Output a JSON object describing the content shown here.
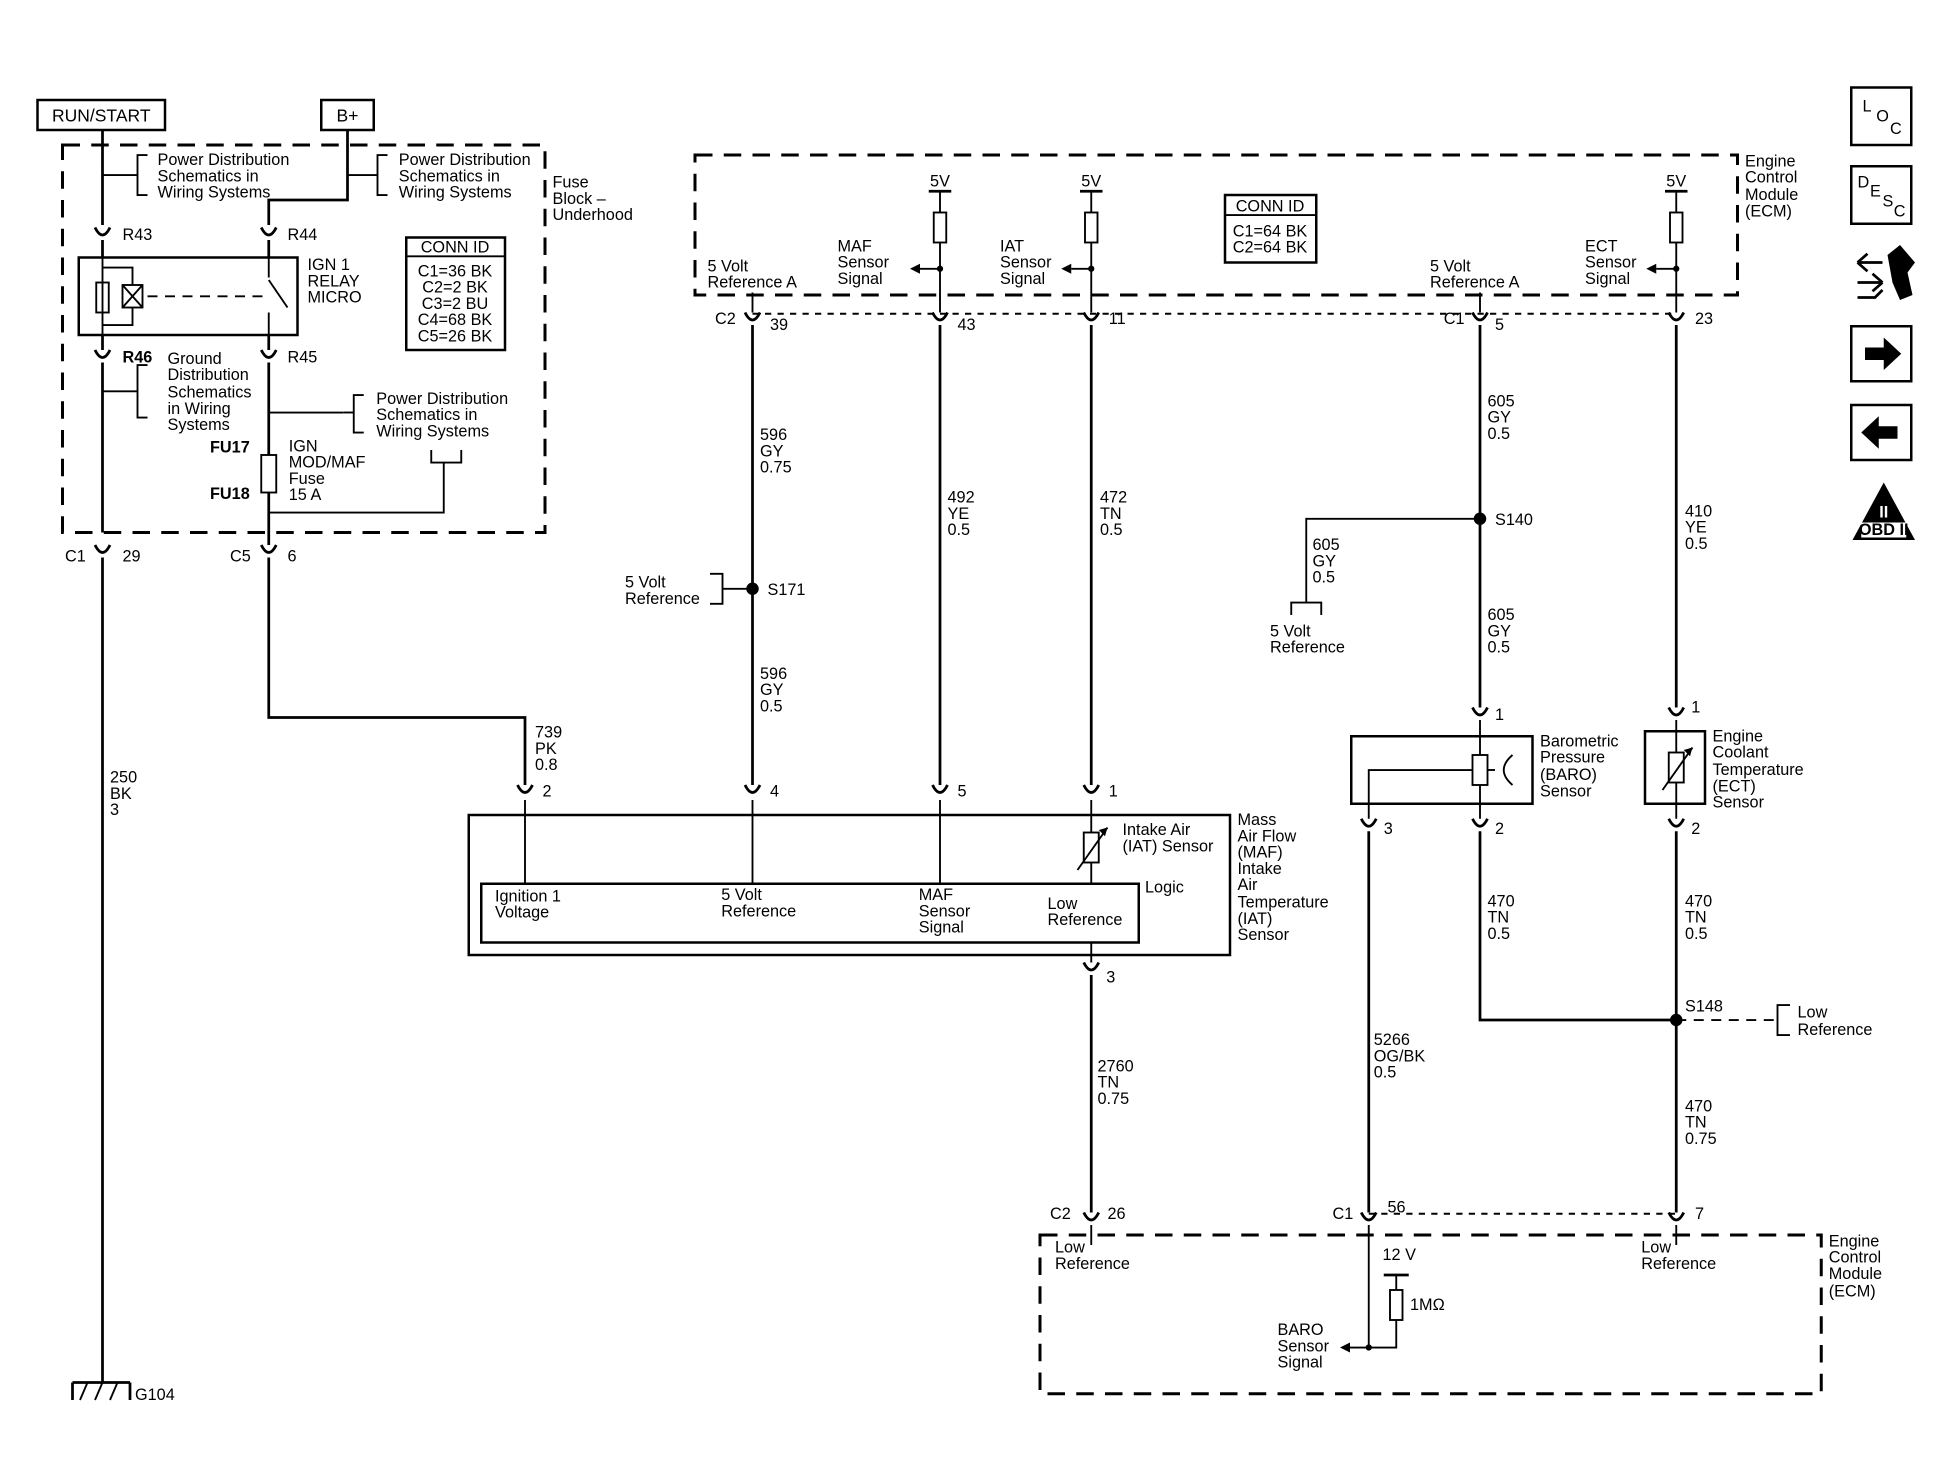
{
  "header": {
    "run_start": "RUN/START",
    "b_plus": "B+"
  },
  "fuse_block": {
    "title": [
      "Fuse",
      "Block –",
      "Underhood"
    ],
    "pwr1": [
      "Power Distribution",
      "Schematics in",
      "Wiring Systems"
    ],
    "pwr2": [
      "Power Distribution",
      "Schematics in",
      "Wiring Systems"
    ],
    "pwr3": [
      "Power Distribution",
      "Schematics in",
      "Wiring Systems"
    ],
    "ground": [
      "Ground",
      "Distribution",
      "Schematics",
      "in Wiring",
      "Systems"
    ],
    "relay": [
      "IGN 1",
      "RELAY",
      "MICRO"
    ],
    "fuse": [
      "IGN",
      "MOD/MAF",
      "Fuse",
      "15 A"
    ],
    "pins": {
      "r43": "R43",
      "r44": "R44",
      "r46": "R46",
      "r45": "R45",
      "fu17": "FU17",
      "fu18": "FU18"
    },
    "conn_id": {
      "title": "CONN ID",
      "rows": [
        "C1=36 BK",
        "C2=2 BK",
        "C3=2 BU",
        "C4=68 BK",
        "C5=26 BK"
      ]
    }
  },
  "ecm_top": {
    "title": [
      "Engine",
      "Control",
      "Module",
      "(ECM)"
    ],
    "conn_id": {
      "title": "CONN ID",
      "rows": [
        "C1=64 BK",
        "C2=64 BK"
      ]
    },
    "v5": "5V",
    "ref_a": [
      "5 Volt",
      "Reference A"
    ],
    "maf_sig": [
      "MAF",
      "Sensor",
      "Signal"
    ],
    "iat_sig": [
      "IAT",
      "Sensor",
      "Signal"
    ],
    "ect_sig": [
      "ECT",
      "Sensor",
      "Signal"
    ],
    "pins": {
      "c2": "C2",
      "p39": "39",
      "p43": "43",
      "p11": "11",
      "c1": "C1",
      "p5": "5",
      "p23": "23"
    }
  },
  "wires": {
    "w250": [
      "250",
      "BK",
      "3"
    ],
    "w739": [
      "739",
      "PK",
      "0.8"
    ],
    "w596a": [
      "596",
      "GY",
      "0.75"
    ],
    "w596b": [
      "596",
      "GY",
      "0.5"
    ],
    "w492": [
      "492",
      "YE",
      "0.5"
    ],
    "w472": [
      "472",
      "TN",
      "0.5"
    ],
    "w2760": [
      "2760",
      "TN",
      "0.75"
    ],
    "w605a": [
      "605",
      "GY",
      "0.5"
    ],
    "w605b": [
      "605",
      "GY",
      "0.5"
    ],
    "w605c": [
      "605",
      "GY",
      "0.5"
    ],
    "w410": [
      "410",
      "YE",
      "0.5"
    ],
    "w5266": [
      "5266",
      "OG/BK",
      "0.5"
    ],
    "w470a": [
      "470",
      "TN",
      "0.5"
    ],
    "w470b": [
      "470",
      "TN",
      "0.5"
    ],
    "w470c": [
      "470",
      "TN",
      "0.75"
    ]
  },
  "splices": {
    "s171": "S171",
    "s140": "S140",
    "s148": "S148",
    "ref5_left": [
      "5 Volt",
      "Reference"
    ],
    "ref5_mid": [
      "5 Volt",
      "Reference"
    ],
    "low_ref": [
      "Low",
      "Reference"
    ]
  },
  "connectors": {
    "c1": "C1",
    "p29": "29",
    "c5": "C5",
    "p6": "6",
    "maf_p2": "2",
    "maf_p4": "4",
    "maf_p5": "5",
    "maf_p1": "1",
    "maf_p3": "3",
    "baro_p1": "1",
    "baro_p3": "3",
    "baro_p2": "2",
    "ect_p1": "1",
    "ect_p2": "2",
    "c2b": "C2",
    "p26": "26",
    "c1b": "C1",
    "p56": "56",
    "p7": "7"
  },
  "maf_sensor": {
    "title": [
      "Mass",
      "Air Flow",
      "(MAF)",
      "Intake",
      "Air",
      "Temperature",
      "(IAT)",
      "Sensor"
    ],
    "iat": [
      "Intake Air",
      "(IAT) Sensor"
    ],
    "logic": "Logic",
    "ign": [
      "Ignition 1",
      "Voltage"
    ],
    "ref5": [
      "5 Volt",
      "Reference"
    ],
    "maf": [
      "MAF",
      "Sensor",
      "Signal"
    ],
    "low": [
      "Low",
      "Reference"
    ]
  },
  "baro_sensor": {
    "title": [
      "Barometric",
      "Pressure",
      "(BARO)",
      "Sensor"
    ]
  },
  "ect_sensor": {
    "title": [
      "Engine",
      "Coolant",
      "Temperature",
      "(ECT)",
      "Sensor"
    ]
  },
  "ecm_bottom": {
    "title": [
      "Engine",
      "Control",
      "Module",
      "(ECM)"
    ],
    "low1": [
      "Low",
      "Reference"
    ],
    "low2": [
      "Low",
      "Reference"
    ],
    "v12": "12 V",
    "r1m": "1MΩ",
    "baro_sig": [
      "BARO",
      "Sensor",
      "Signal"
    ]
  },
  "ground": {
    "g104": "G104"
  },
  "nav_icons": {
    "loc": [
      "L",
      "O",
      "C"
    ],
    "desc": [
      "D",
      "E",
      "S",
      "C"
    ],
    "obd": "OBD II",
    "obd_mark": "II"
  }
}
